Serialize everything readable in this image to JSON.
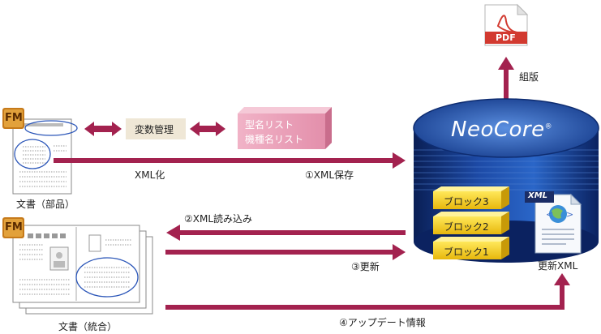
{
  "fm_icon": {
    "label": "FM",
    "color": "#c67a1a"
  },
  "doc_parts": {
    "caption": "文書（部品）"
  },
  "doc_integrated": {
    "caption": "文書（統合）"
  },
  "variable_mgmt": {
    "label": "変数管理",
    "color": "#efe7d6"
  },
  "model_list": {
    "line1": "型名リスト",
    "line2": "機種名リスト",
    "color": "#e9a5bb"
  },
  "neocore": {
    "label": "NeoCore",
    "reg": "®",
    "color": "#1f4fa8"
  },
  "pdf": {
    "label": "PDF",
    "accent": "#d23a30"
  },
  "blocks": {
    "items": [
      "ブロック3",
      "ブロック2",
      "ブロック1"
    ],
    "color": "#f2cc1a"
  },
  "xml_icon": {
    "badge": "XML"
  },
  "flows": {
    "xml_convert": "XML化",
    "xml_save": "①XML保存",
    "xml_read": "②XML読み込み",
    "update": "③更新",
    "update_info": "④アップデート情報",
    "typeset": "組版",
    "updated_xml": "更新XML"
  },
  "arrow_color": "#a3224f"
}
